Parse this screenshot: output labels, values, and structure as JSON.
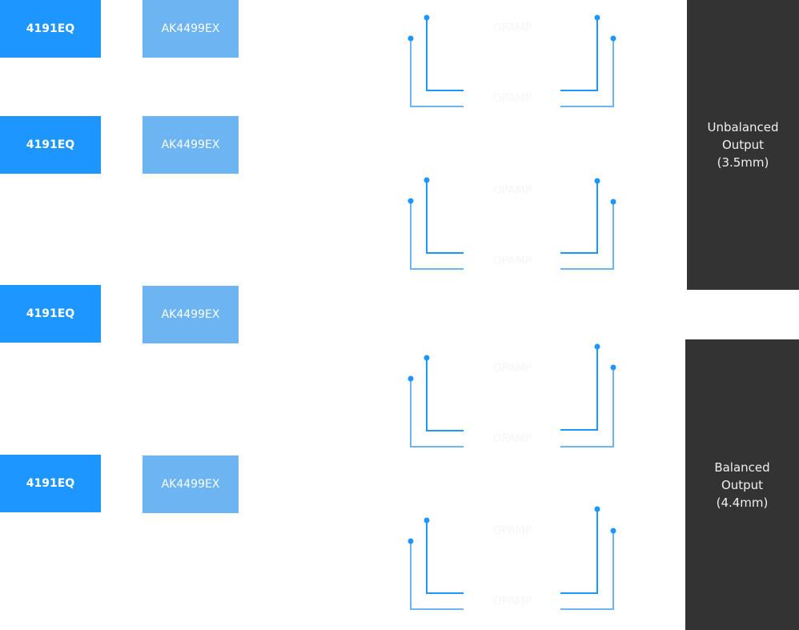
{
  "diagram": {
    "colors": {
      "eq_block": "#1e96ff",
      "dac_block": "#6cb5f2",
      "wire_dark": "#1e96ff",
      "wire_light": "#6cb5f2",
      "output_panel": "#333333"
    },
    "channels": [
      {
        "eq_label": "4191EQ",
        "dac_label": "AK4499EX",
        "opamp_label": "OPAMP"
      },
      {
        "eq_label": "4191EQ",
        "dac_label": "AK4499EX",
        "opamp_label": "OPAMP"
      },
      {
        "eq_label": "4191EQ",
        "dac_label": "AK4499EX",
        "opamp_label": "OPAMP"
      },
      {
        "eq_label": "4191EQ",
        "dac_label": "AK4499EX",
        "opamp_label": "OPAMP"
      }
    ],
    "outputs": [
      {
        "label": "Unbalanced\nOutput\n(3.5mm)"
      },
      {
        "label": "Balanced\nOutput\n(4.4mm)"
      }
    ]
  }
}
